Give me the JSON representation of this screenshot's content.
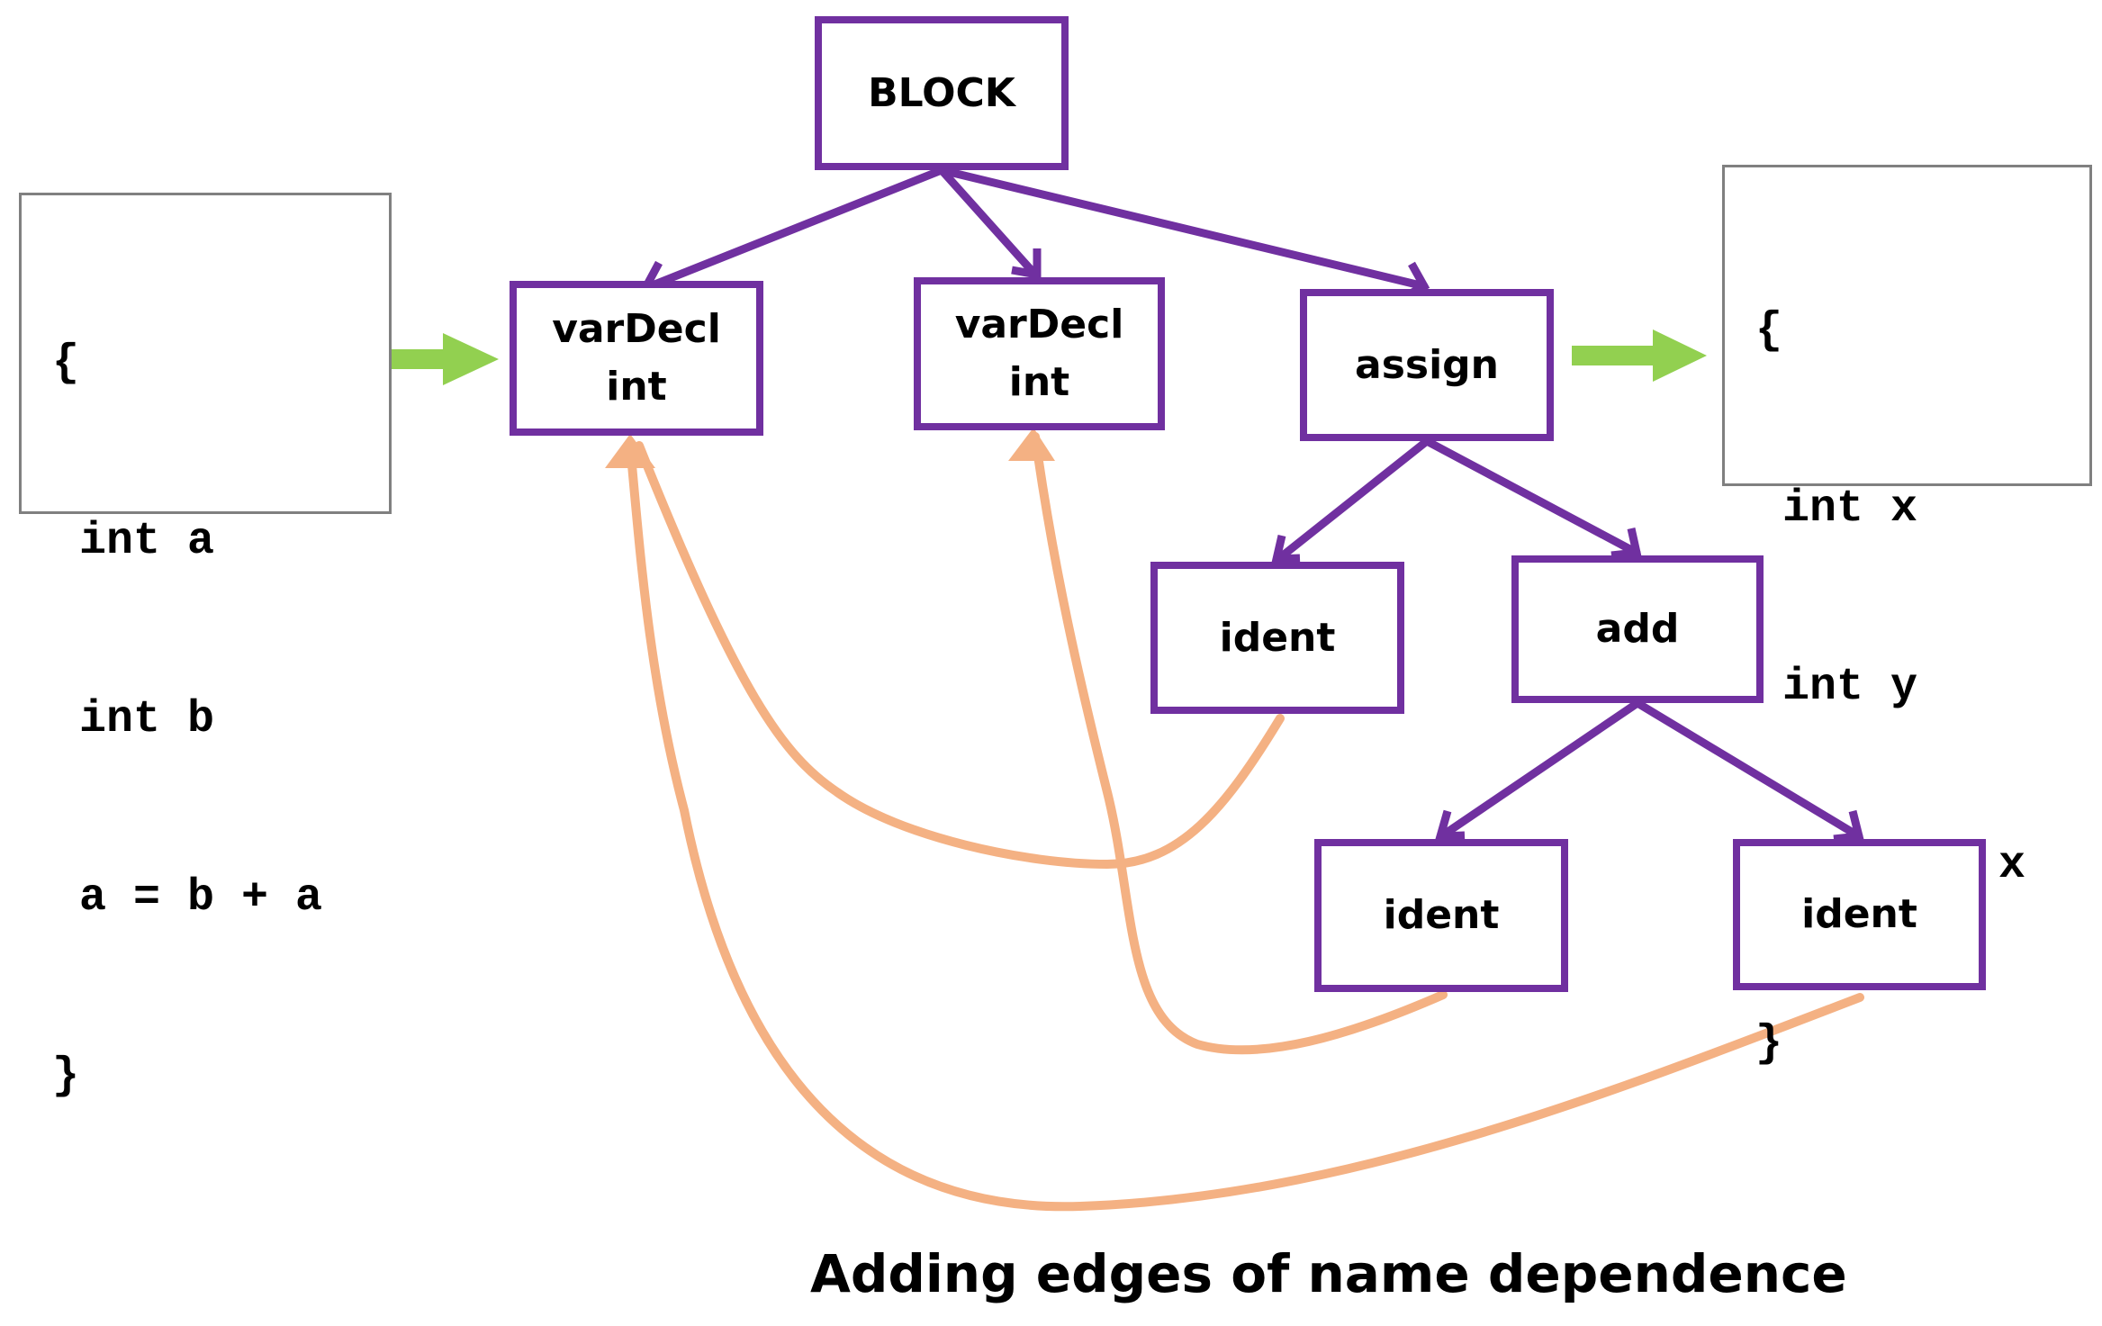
{
  "colors": {
    "node_border": "#7030a0",
    "tree_edge": "#7030a0",
    "name_dependence_edge": "#f4b183",
    "transform_arrow": "#92d050",
    "code_box_border": "#808080"
  },
  "source_code": {
    "lines": [
      "{",
      "int a",
      "int b",
      "a = b + a",
      "}"
    ]
  },
  "renamed_code": {
    "lines": [
      "{",
      "int x",
      "int y",
      "x = y + x",
      "}"
    ]
  },
  "nodes": {
    "block": {
      "label": "BLOCK"
    },
    "vardecl_1": {
      "line1": "varDecl",
      "line2": "int"
    },
    "vardecl_2": {
      "line1": "varDecl",
      "line2": "int"
    },
    "assign": {
      "label": "assign"
    },
    "ident_1": {
      "label": "ident"
    },
    "add": {
      "label": "add"
    },
    "ident_2": {
      "label": "ident"
    },
    "ident_3": {
      "label": "ident"
    }
  },
  "caption": "Adding edges of name dependence"
}
